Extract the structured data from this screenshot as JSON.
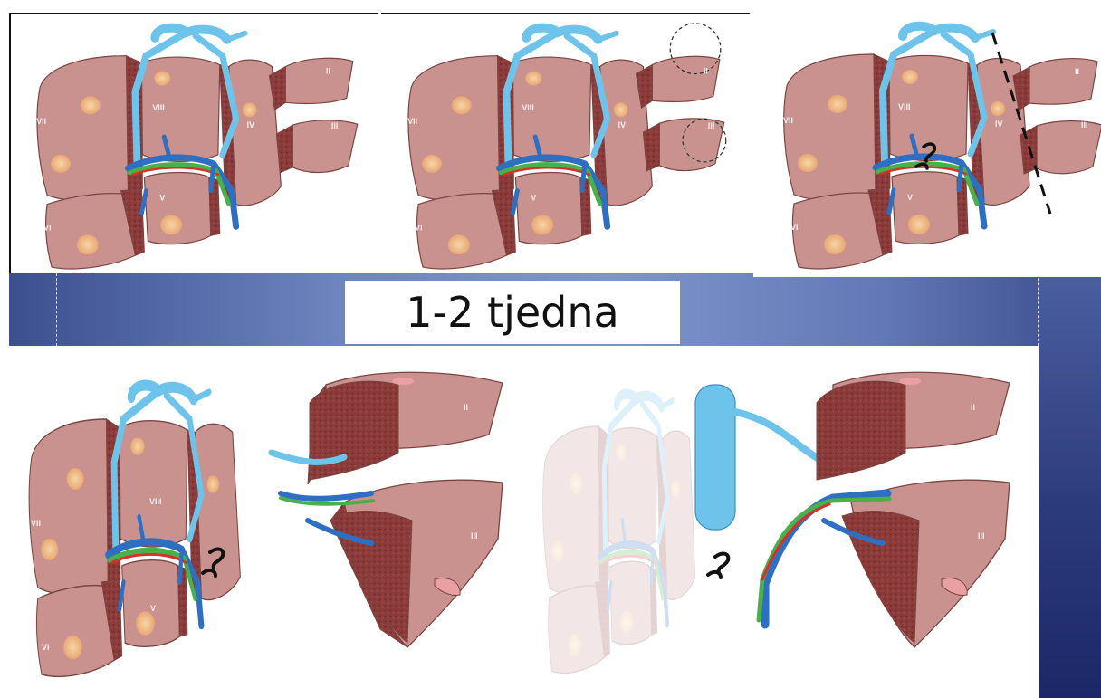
{
  "caption": "1-2 tjedna",
  "segment_labels": {
    "vii": "VII",
    "viii": "VIII",
    "iv": "IV",
    "ii": "II",
    "iii": "III",
    "vi": "VI",
    "v": "V"
  },
  "colors": {
    "band": "#6d84bf",
    "side_bar": "#2c3b7c",
    "liver": "#c9928f",
    "cut_surface": "#8b3c3a",
    "hepatic_vein": "#6ec3ea",
    "portal_vein": "#2f6fc1",
    "bile_duct": "#49b04a",
    "artery": "#d9302a",
    "tumor": "#f3c58e"
  }
}
